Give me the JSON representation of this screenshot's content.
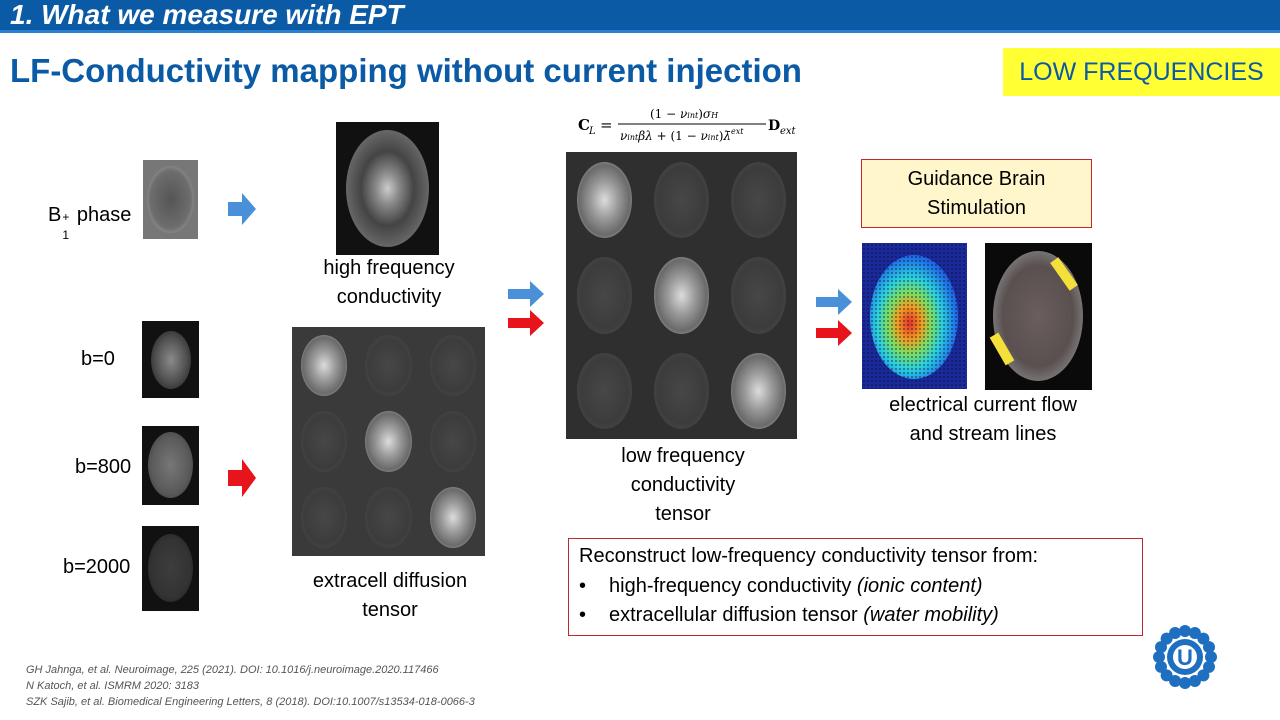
{
  "header": {
    "section_title": "1. What we measure with EPT"
  },
  "title": "LF-Conductivity mapping without current injection",
  "badge": "LOW FREQUENCIES",
  "inputs": {
    "b1_phase": {
      "base": "B",
      "sup": "+",
      "sub": "1",
      "suffix": " phase"
    },
    "b0": "b=0",
    "b800": "b=800",
    "b2000": "b=2000"
  },
  "captions": {
    "hf_line1": "high frequency",
    "hf_line2": "conductivity",
    "dt_line1": "extracell diffusion",
    "dt_line2": "tensor",
    "lf_line1": "low frequency",
    "lf_line2": "conductivity",
    "lf_line3": "tensor",
    "ec_line1": "electrical current flow",
    "ec_line2": "and stream lines"
  },
  "guidance": {
    "line1": "Guidance Brain",
    "line2": "Stimulation"
  },
  "reconstruct": {
    "heading": "Reconstruct low-frequency conductivity tensor from:",
    "bullet": "•",
    "items": [
      {
        "text": "high-frequency conductivity ",
        "em": "(ionic content)"
      },
      {
        "text": "extracellular diffusion tensor ",
        "em": "(water mobility)"
      }
    ]
  },
  "references": [
    "GH Jahnga, et al. Neuroimage, 225 (2021). DOI: 10.1016/j.neuroimage.2020.117466",
    "N Katoch, et al. ISMRM 2020: 3183",
    "SZK Sajib, et al. Biomedical Engineering Letters, 8 (2018). DOI:10.1007/s13534-018-0066-3"
  ],
  "colors": {
    "brand_blue": "#0b5aa5",
    "badge_yellow": "#ffff33",
    "arrow_blue": "#4a90d9",
    "arrow_red": "#e8141b",
    "border_red": "#c0282d"
  },
  "icons": {
    "logo": "utrecht-sun-logo"
  }
}
